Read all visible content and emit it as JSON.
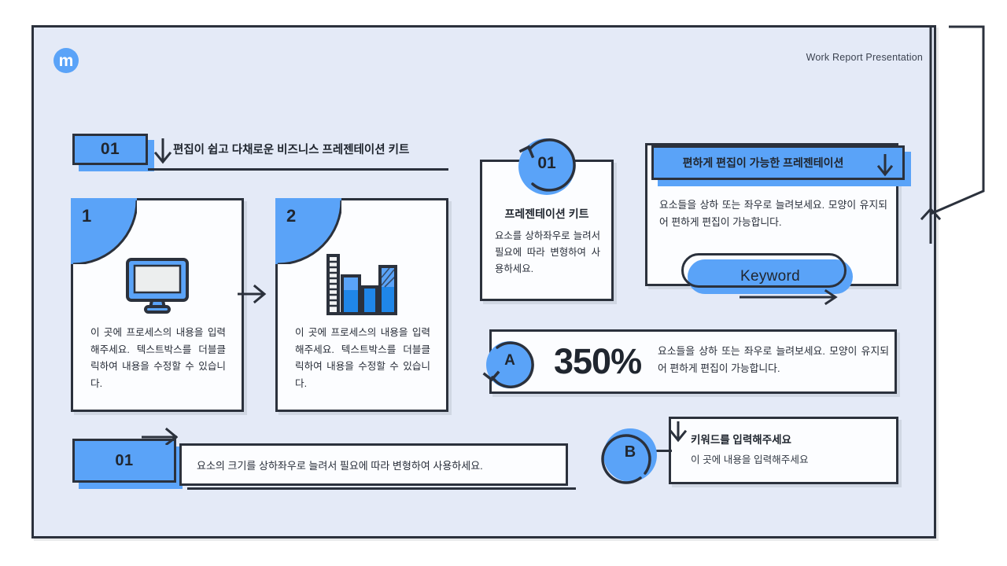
{
  "header": {
    "logo_letter": "m",
    "right_label": "Work Report Presentation"
  },
  "section_01": {
    "number": "01",
    "title": "편집이 쉽고 다채로운 비즈니스 프레젠테이션 키트"
  },
  "process_cards": [
    {
      "number": "1",
      "icon": "monitor-icon",
      "body": "이 곳에 프로세스의 내용을 입력해주세요.  텍스트박스를 더블클릭하여 내용을 수정할 수 있습니다."
    },
    {
      "number": "2",
      "icon": "bar-chart-icon",
      "body": "이 곳에 프로세스의 내용을 입력해주세요.  텍스트박스를 더블클릭하여 내용을 수정할 수 있습니다."
    }
  ],
  "middle_card": {
    "badge_number": "01",
    "title": "프레젠테이션 키트",
    "body": "요소를 상하좌우로 늘려서 필요에 따라 변형하여 사용하세요."
  },
  "right_panel": {
    "title": "편하게 편집이 가능한 프레젠테이션",
    "body": "요소들을 상하 또는 좌우로 늘려보세요. 모양이 유지되어 편하게 편집이 가능합니다.",
    "keyword_label": "Keyword"
  },
  "stat_bar": {
    "badge": "A",
    "value": "350%",
    "body": "요소들을 상하 또는 좌우로 늘려보세요. 모양이 유지되어 편하게 편집이 가능합니다."
  },
  "keyword_card": {
    "badge": "B",
    "title": "키워드를 입력해주세요",
    "subtitle": "이 곳에 내용을 입력해주세요"
  },
  "bottom_bar": {
    "number": "01",
    "text": "요소의 크기를 상하좌우로 늘려서 필요에 따라 변형하여 사용하세요."
  },
  "colors": {
    "accent": "#5aa3f8",
    "ink": "#2b313c",
    "canvas": "#e4eaf7",
    "card": "#fcfdff"
  }
}
